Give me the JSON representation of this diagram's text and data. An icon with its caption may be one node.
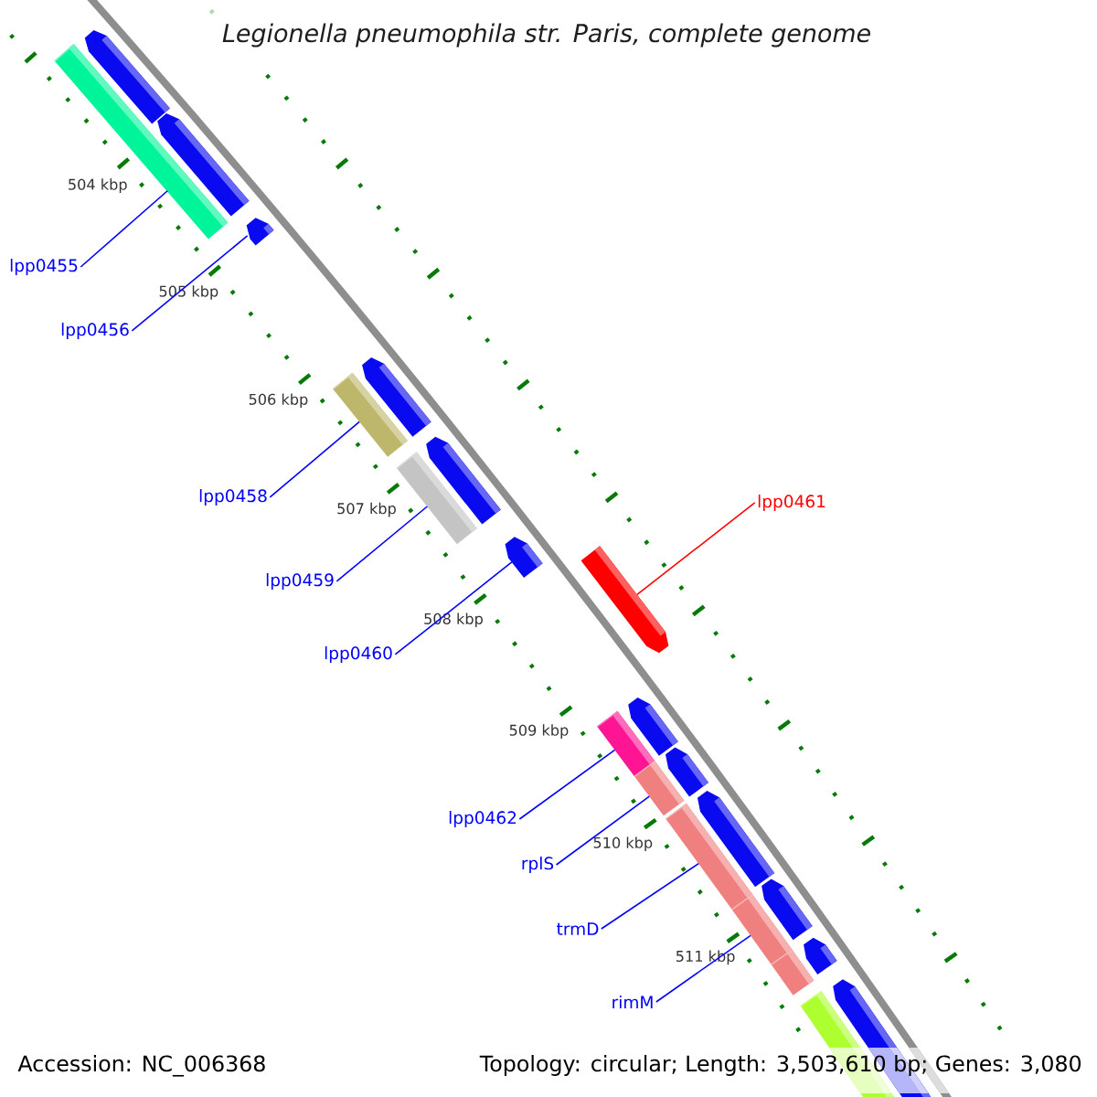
{
  "diagram": {
    "title": "Legionella pneumophila str. Paris, complete genome",
    "nodes": [
      {
        "text": [
          "lpp0455"
        ]
      },
      {
        "text": [
          "lpp0456"
        ]
      },
      {
        "text": [
          "lpp0458"
        ]
      },
      {
        "text": [
          "lpp0461"
        ]
      },
      {
        "text": [
          "lpp0459"
        ]
      },
      {
        "text": [
          "lpp0460"
        ]
      },
      {
        "text": [
          "lpp0462"
        ]
      },
      {
        "text": [
          "rplS"
        ]
      },
      {
        "text": [
          "trmD"
        ]
      },
      {
        "text": [
          "rimM"
        ]
      },
      {
        "text": [],
        "shape": "bar"
      },
      {
        "text": [],
        "shape": "pentagon"
      },
      {
        "text": [],
        "shape": "pentagon"
      },
      {
        "text": [],
        "shape": "pentagon"
      },
      {
        "text": [],
        "shape": "bar"
      },
      {
        "text": [],
        "shape": "pentagon"
      },
      {
        "text": [],
        "shape": "bar"
      },
      {
        "text": [],
        "shape": "pentagon"
      },
      {
        "text": [],
        "shape": "pentagon"
      },
      {
        "text": [],
        "shape": "pentagon"
      },
      {
        "text": [],
        "shape": "bar"
      },
      {
        "text": [],
        "shape": "pentagon"
      },
      {
        "text": [],
        "shape": "bar"
      },
      {
        "text": [],
        "shape": "pentagon"
      },
      {
        "text": [],
        "shape": "bar"
      },
      {
        "text": [],
        "shape": "pentagon"
      },
      {
        "text": [],
        "shape": "bar"
      },
      {
        "text": [],
        "shape": "pentagon"
      },
      {
        "text": [],
        "shape": "bar"
      },
      {
        "text": [],
        "shape": "pentagon"
      },
      {
        "text": [],
        "shape": "bar"
      },
      {
        "text": [],
        "shape": "pentagon"
      }
    ],
    "edges": [
      {
        "from": 0,
        "to": 10,
        "arrow": "none"
      },
      {
        "from": 1,
        "to": 13,
        "arrow": "none"
      },
      {
        "from": 2,
        "to": 14,
        "arrow": "none"
      },
      {
        "from": 3,
        "to": 19,
        "arrow": "none",
        "color": "#ff0000"
      },
      {
        "from": 4,
        "to": 16,
        "arrow": "none"
      },
      {
        "from": 5,
        "to": 18,
        "arrow": "none"
      },
      {
        "from": 6,
        "to": 20,
        "arrow": "none"
      },
      {
        "from": 7,
        "to": 22,
        "arrow": "none"
      },
      {
        "from": 8,
        "to": 24,
        "arrow": "none"
      },
      {
        "from": 9,
        "to": 26,
        "arrow": "none"
      }
    ],
    "labels": [
      "504 kbp",
      "505 kbp",
      "506 kbp",
      "507 kbp",
      "508 kbp",
      "509 kbp",
      "510 kbp",
      "511 kbp",
      "Accession: NC_006368",
      "Topology: circular; Length: 3,503,610 bp; Genes: 3,080"
    ]
  }
}
